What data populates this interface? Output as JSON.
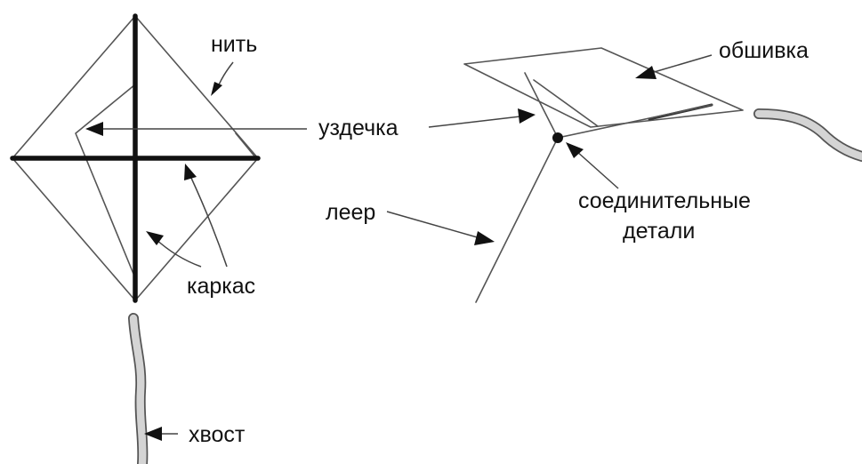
{
  "labels": {
    "thread": "нить",
    "bridle": "уздечка",
    "frame": "каркас",
    "tail": "хвост",
    "covering": "обшивка",
    "line": "леер",
    "connectors_line1": "соединительные",
    "connectors_line2": "детали"
  }
}
